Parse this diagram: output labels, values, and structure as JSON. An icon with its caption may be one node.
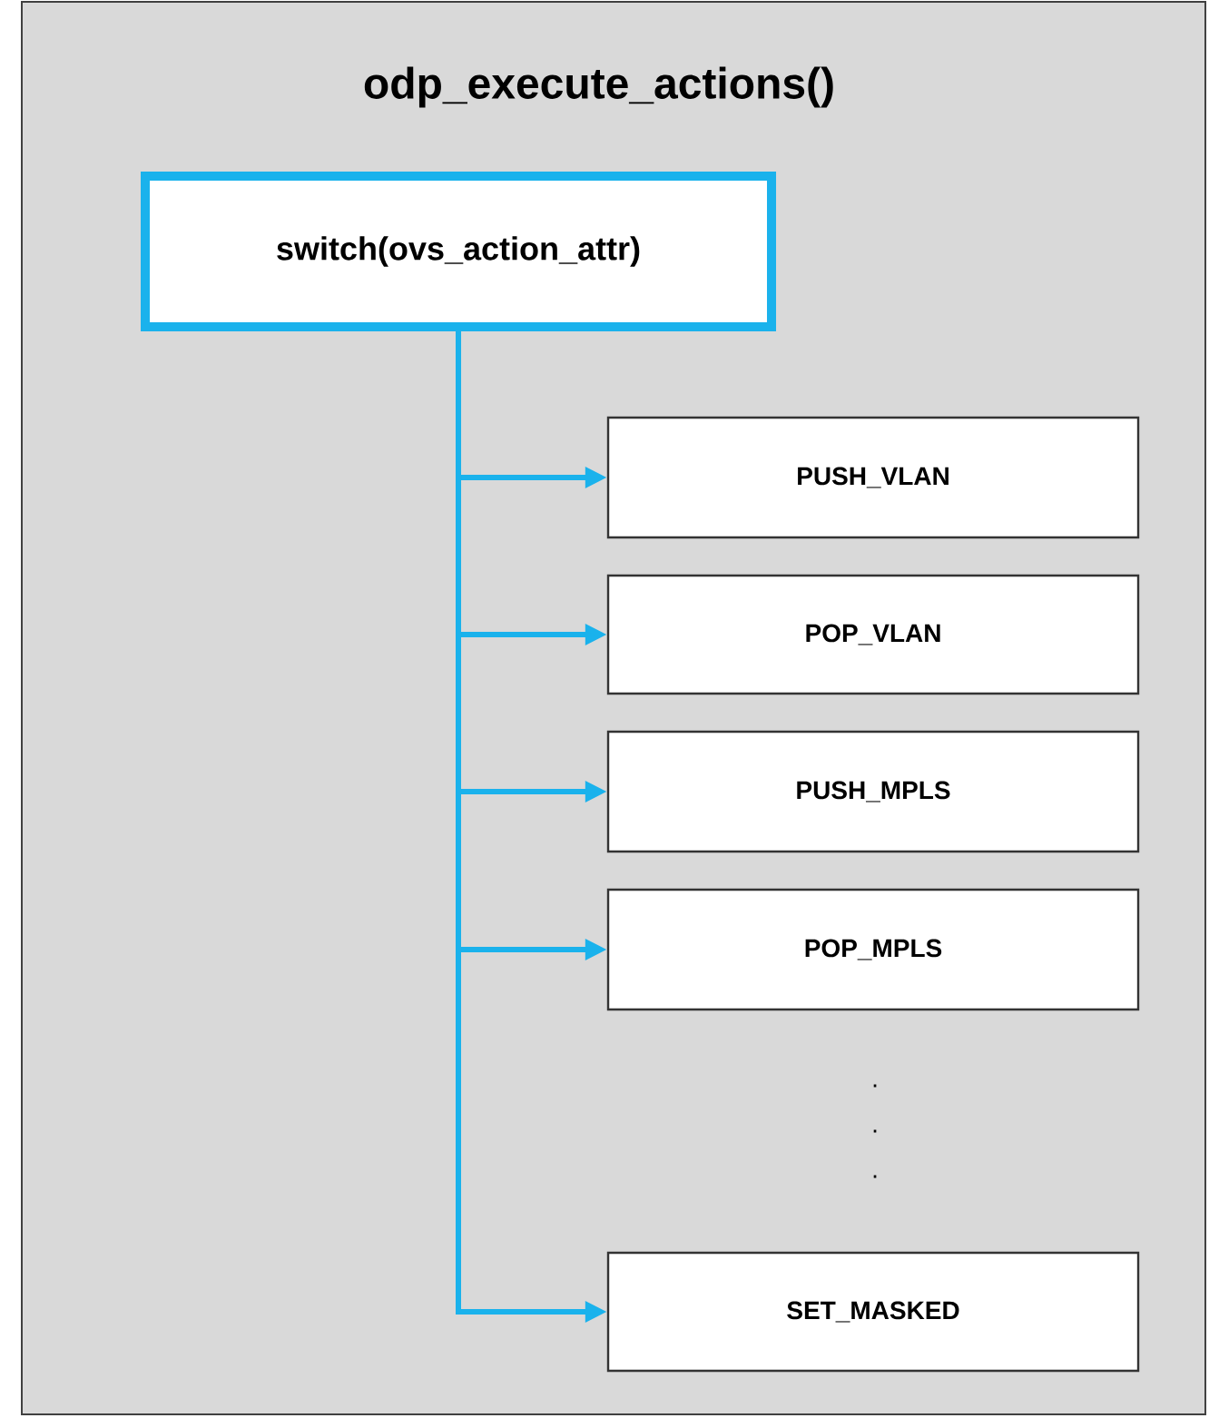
{
  "diagram": {
    "nodes": [
      {
        "text": [
          "odp_execute_actions()"
        ]
      },
      {
        "text": [
          "switch(ovs_action_attr)"
        ],
        "in": 0
      },
      {
        "text": [
          "PUSH_VLAN"
        ],
        "in": 0
      },
      {
        "text": [
          "POP_VLAN"
        ],
        "in": 0
      },
      {
        "text": [
          "PUSH_MPLS"
        ],
        "in": 0
      },
      {
        "text": [
          "POP_MPLS"
        ],
        "in": 0
      },
      {
        "text": [
          "SET_MASKED"
        ],
        "in": 0
      }
    ],
    "edges": [
      {
        "from": 1,
        "to": 2,
        "arrow": "to"
      },
      {
        "from": 1,
        "to": 3,
        "arrow": "to"
      },
      {
        "from": 1,
        "to": 4,
        "arrow": "to"
      },
      {
        "from": 1,
        "to": 5,
        "arrow": "to"
      },
      {
        "from": 1,
        "to": 6,
        "arrow": "to"
      }
    ],
    "labels": [
      ".",
      ".",
      "."
    ]
  }
}
